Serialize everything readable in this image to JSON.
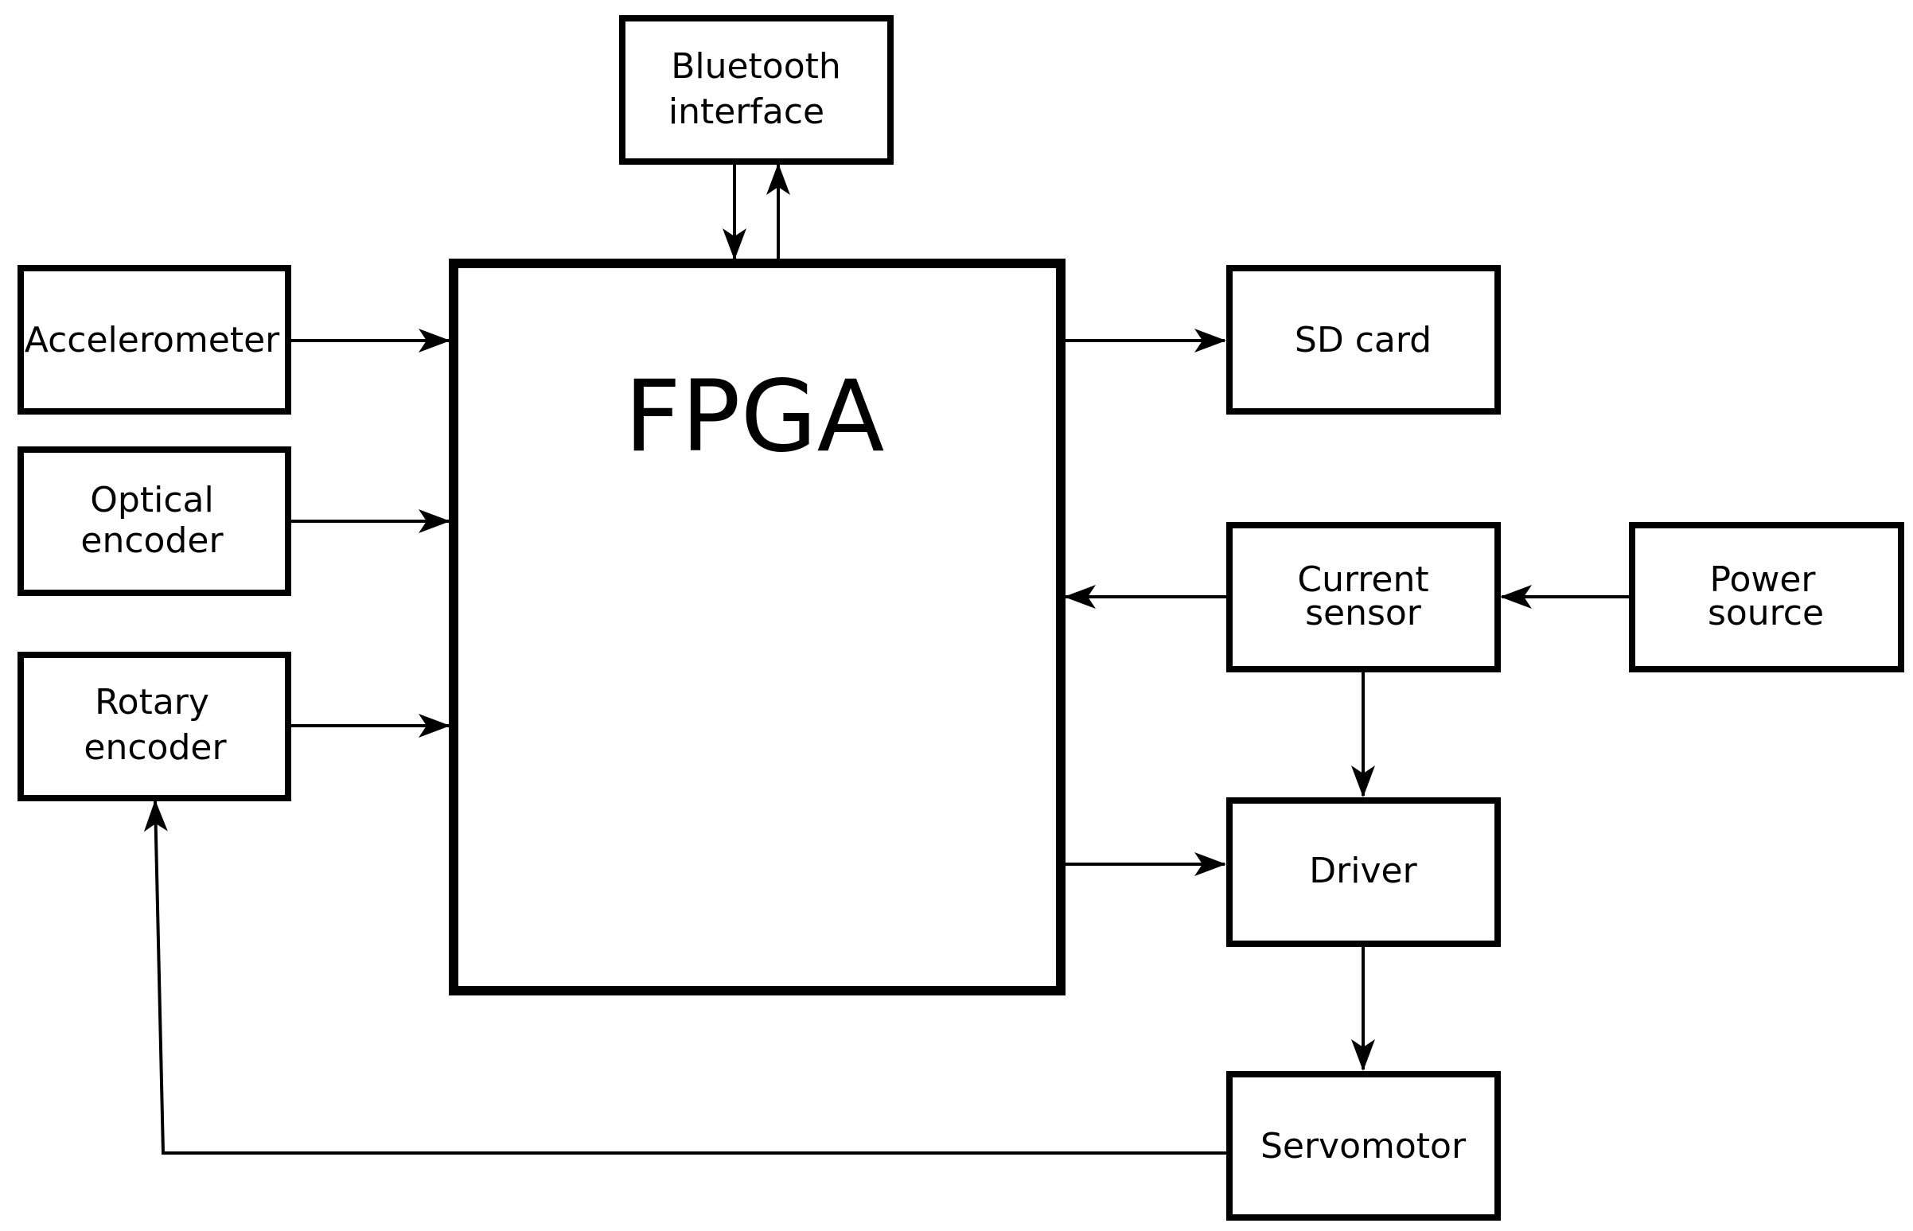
{
  "diagram": {
    "nodes": {
      "fpga": "FPGA",
      "bluetooth": [
        "Bluetooth",
        "interface"
      ],
      "accelerometer": "Accelerometer",
      "optical_encoder": [
        "Optical",
        "encoder"
      ],
      "rotary_encoder": [
        "Rotary",
        "encoder"
      ],
      "sd_card": "SD card",
      "current_sensor": [
        "Current",
        "sensor"
      ],
      "power_source": [
        "Power",
        "source"
      ],
      "driver": "Driver",
      "servomotor": "Servomotor"
    },
    "edges": [
      {
        "from": "bluetooth",
        "to": "fpga"
      },
      {
        "from": "fpga",
        "to": "bluetooth"
      },
      {
        "from": "accelerometer",
        "to": "fpga"
      },
      {
        "from": "optical_encoder",
        "to": "fpga"
      },
      {
        "from": "rotary_encoder",
        "to": "fpga"
      },
      {
        "from": "fpga",
        "to": "sd_card"
      },
      {
        "from": "current_sensor",
        "to": "fpga"
      },
      {
        "from": "power_source",
        "to": "current_sensor"
      },
      {
        "from": "current_sensor",
        "to": "driver"
      },
      {
        "from": "fpga",
        "to": "driver"
      },
      {
        "from": "driver",
        "to": "servomotor"
      },
      {
        "from": "servomotor",
        "to": "rotary_encoder"
      }
    ]
  }
}
